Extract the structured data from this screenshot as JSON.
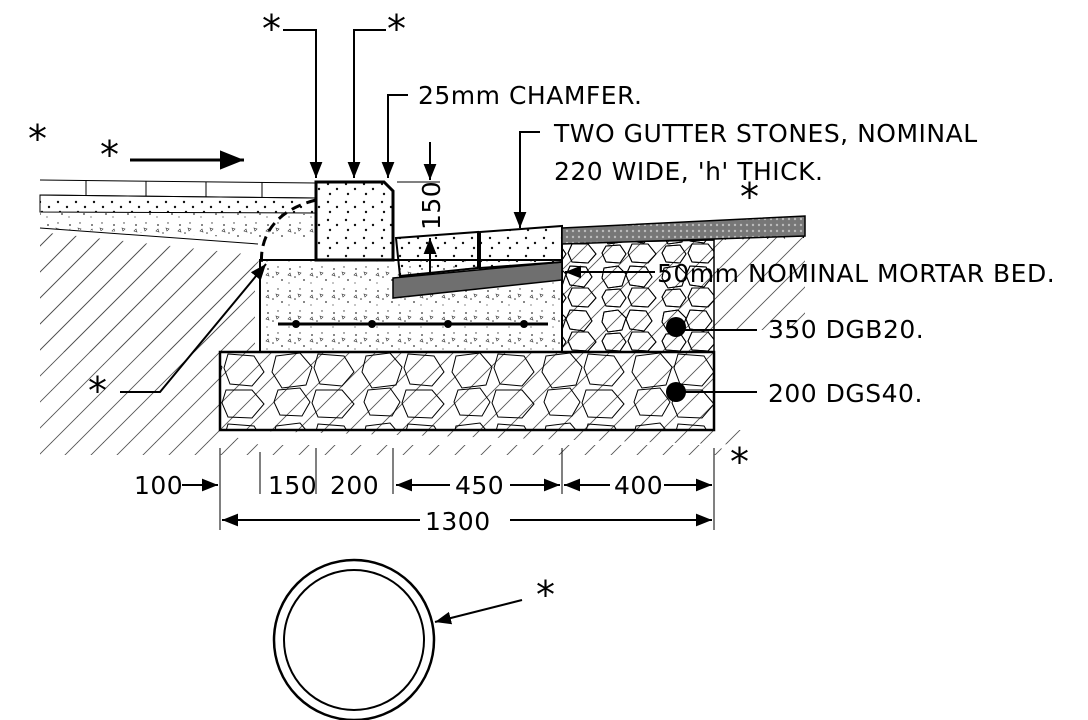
{
  "callouts": {
    "star": "*",
    "chamfer": "25mm CHAMFER.",
    "gutter_line1": "TWO GUTTER STONES, NOMINAL",
    "gutter_line2": "220 WIDE, 'h' THICK.",
    "mortar": "50mm NOMINAL MORTAR BED.",
    "dgb": "350 DGB20.",
    "dgs": "200 DGS40."
  },
  "dimensions": {
    "d100": "100",
    "d150": "150",
    "d200": "200",
    "d450": "450",
    "d400": "400",
    "total": "1300",
    "height": "150"
  }
}
